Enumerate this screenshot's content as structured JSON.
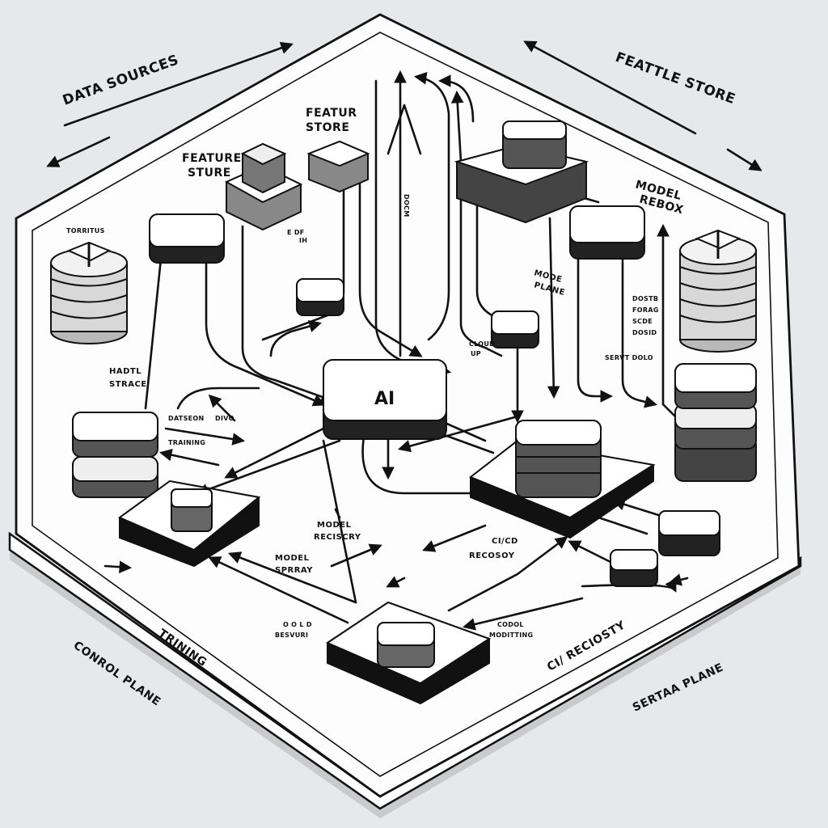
{
  "diagram": {
    "labels": {
      "data_sources": "DATA SOURCES",
      "feature_store_top": "FEATTLE STORE",
      "feature_store_left": [
        "FEATURE",
        "STURE"
      ],
      "feature_store_center": [
        "FEATUR",
        "STORE"
      ],
      "model_rebox": [
        "MODEL",
        "REBOX"
      ],
      "model_plane": [
        "MODE",
        "PLANE"
      ],
      "hadtl_storage": [
        "HADTL",
        "STRACE"
      ],
      "ai": "AI",
      "model_registry": [
        "MODEL",
        "RECISCRY"
      ],
      "model_spray": [
        "MODEL",
        "SPRRAY"
      ],
      "cicd_registry": [
        "CI/CD",
        "RECOSOY"
      ],
      "model_monitoring": [
        "CODOL",
        "MODITTING"
      ],
      "model_serving": [
        "O O L D",
        "BESVURI"
      ],
      "training": "TRINING",
      "control_plane": "CONROL PLANE",
      "ci_registry": "CI/ RECIOSTY",
      "serving_plane": "SERTAA PLANE",
      "docs": "DOCM",
      "data_tag": [
        "E DF",
        "IH"
      ],
      "sourcing": "TORRITUS",
      "cloud_up": [
        "CLOUD",
        "UP"
      ],
      "side_notes_right": [
        "DOSTB",
        "FORAG",
        "SCDE",
        "DOSID"
      ],
      "serving_note": "SERVT DOLO",
      "drivo": "DIVO",
      "pipeline_note": [
        "DATSEON",
        "TRAINING"
      ]
    }
  }
}
